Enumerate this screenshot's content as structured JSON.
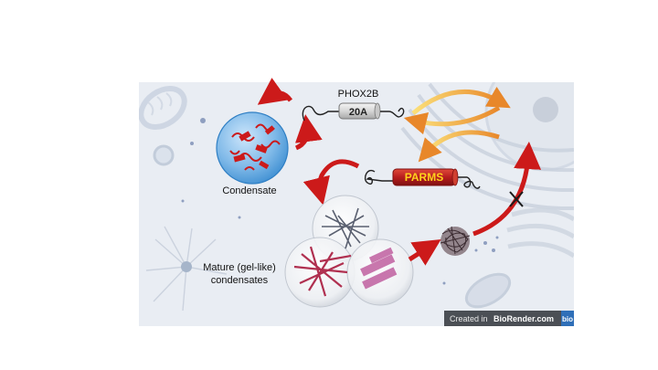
{
  "labels": {
    "protein": "PHOX2B",
    "variant": "20A",
    "parms": "PARMS",
    "condensate": "Condensate",
    "mature_line1": "Mature (gel-like)",
    "mature_line2": "condensates"
  },
  "watermark": {
    "prefix": "Created in ",
    "brand": "BioRender.com",
    "badge": "bio"
  },
  "colors": {
    "panel_background": "#e9edf3",
    "condensate_blue": "#3f8fd2",
    "arrow_red": "#cc1a1a",
    "arrow_orange": "#f0a030",
    "parms_red": "#b81e1e",
    "parms_text": "#ffd21c",
    "gel_red": "#b03050",
    "gel_grey": "#5a6070",
    "gel_pink": "#c060a0",
    "aggregate": "#3a2a30"
  },
  "icons": [
    "curved-arrow-icon",
    "block-x-icon",
    "fibril-aggregate-icon",
    "protein-chain-icon"
  ]
}
